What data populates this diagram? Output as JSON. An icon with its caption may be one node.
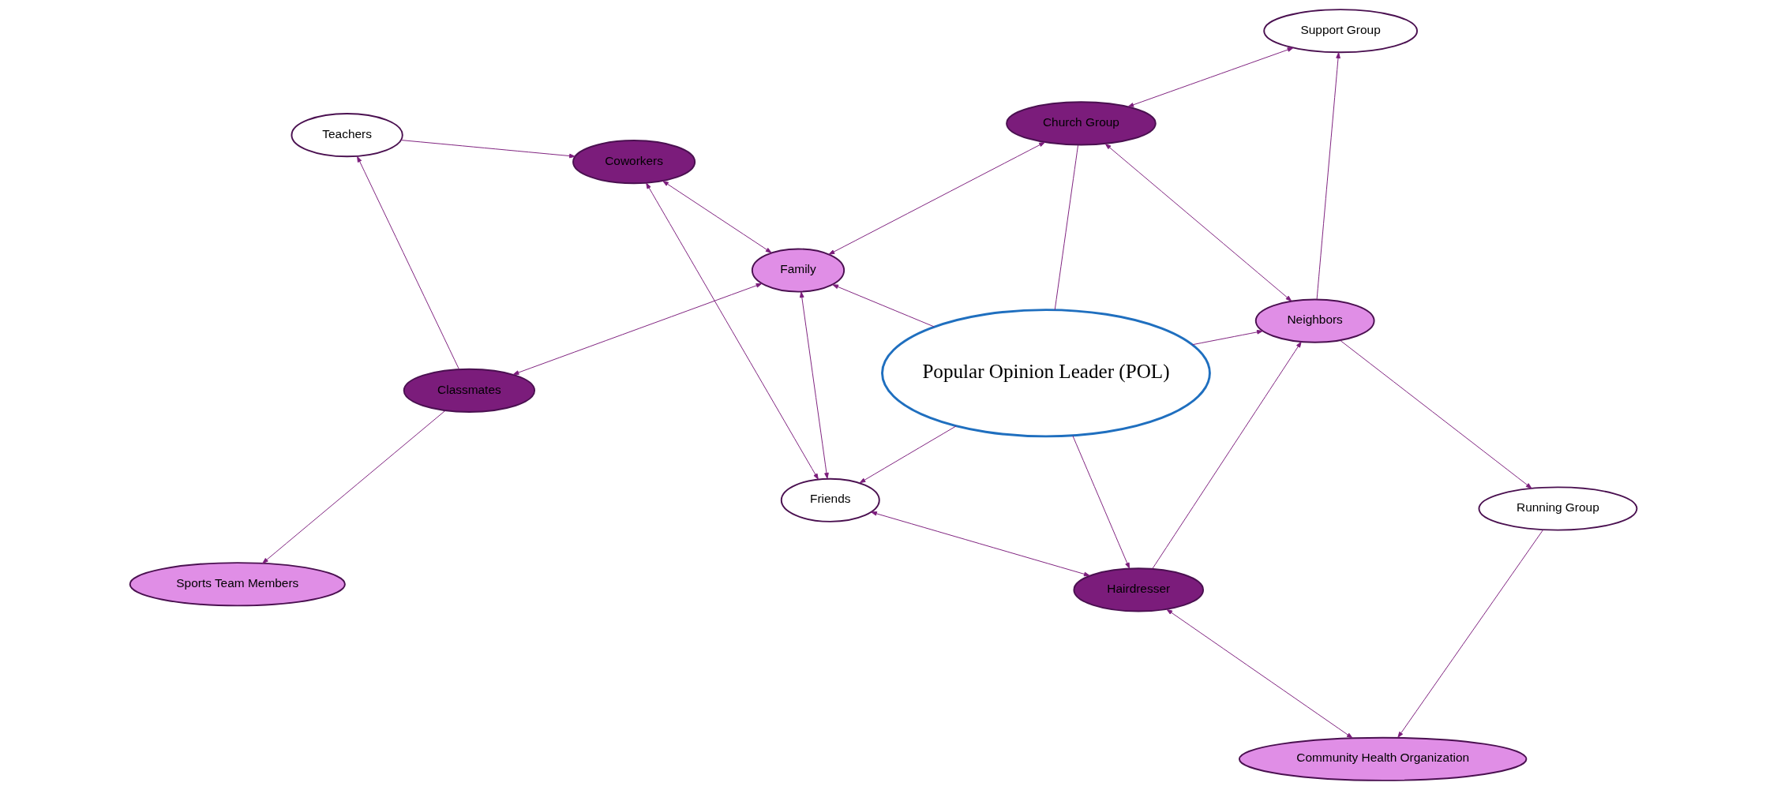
{
  "diagram": {
    "nodes": [
      {
        "text": [
          "Teachers"
        ]
      },
      {
        "text": [
          "Friends"
        ]
      },
      {
        "text": [
          "Community Health Organization"
        ]
      },
      {
        "text": [
          "Coworkers"
        ]
      },
      {
        "text": [
          "Hairdresser"
        ]
      },
      {
        "text": [
          "Running Group"
        ]
      },
      {
        "text": [
          "Classmates"
        ]
      },
      {
        "text": [
          "Popular Opinion Leader (POL)"
        ]
      },
      {
        "text": [
          "Neighbors"
        ]
      },
      {
        "text": [
          "Family"
        ]
      },
      {
        "text": [
          "Sports Team Members"
        ]
      },
      {
        "text": [
          "Church Group"
        ]
      },
      {
        "text": [
          "Support Group"
        ]
      }
    ],
    "edges": [
      {
        "from": 0,
        "to": 3,
        "arrow": "to"
      },
      {
        "from": 3,
        "to": 1,
        "arrow": "both"
      },
      {
        "from": 1,
        "to": 4,
        "arrow": "both"
      },
      {
        "from": 4,
        "to": 2,
        "arrow": "both"
      },
      {
        "from": 5,
        "to": 2,
        "arrow": "to"
      },
      {
        "from": 6,
        "to": 0,
        "arrow": "to"
      },
      {
        "from": 3,
        "to": 9,
        "arrow": "both"
      },
      {
        "from": 9,
        "to": 1,
        "arrow": "both"
      },
      {
        "from": 7,
        "to": 1,
        "arrow": "to"
      },
      {
        "from": 7,
        "to": 4,
        "arrow": "to"
      },
      {
        "from": 4,
        "to": 8,
        "arrow": "to"
      },
      {
        "from": 7,
        "to": 8,
        "arrow": "to"
      },
      {
        "from": 8,
        "to": 5,
        "arrow": "to"
      },
      {
        "from": 6,
        "to": 9,
        "arrow": "both"
      },
      {
        "from": 6,
        "to": 10,
        "arrow": "to"
      },
      {
        "from": 7,
        "to": 9,
        "arrow": "to"
      },
      {
        "from": 7,
        "to": 11,
        "arrow": "none"
      },
      {
        "from": 9,
        "to": 11,
        "arrow": "both"
      },
      {
        "from": 11,
        "to": 8,
        "arrow": "both"
      },
      {
        "from": 8,
        "to": 12,
        "arrow": "to"
      },
      {
        "from": 11,
        "to": 12,
        "arrow": "both"
      }
    ]
  }
}
